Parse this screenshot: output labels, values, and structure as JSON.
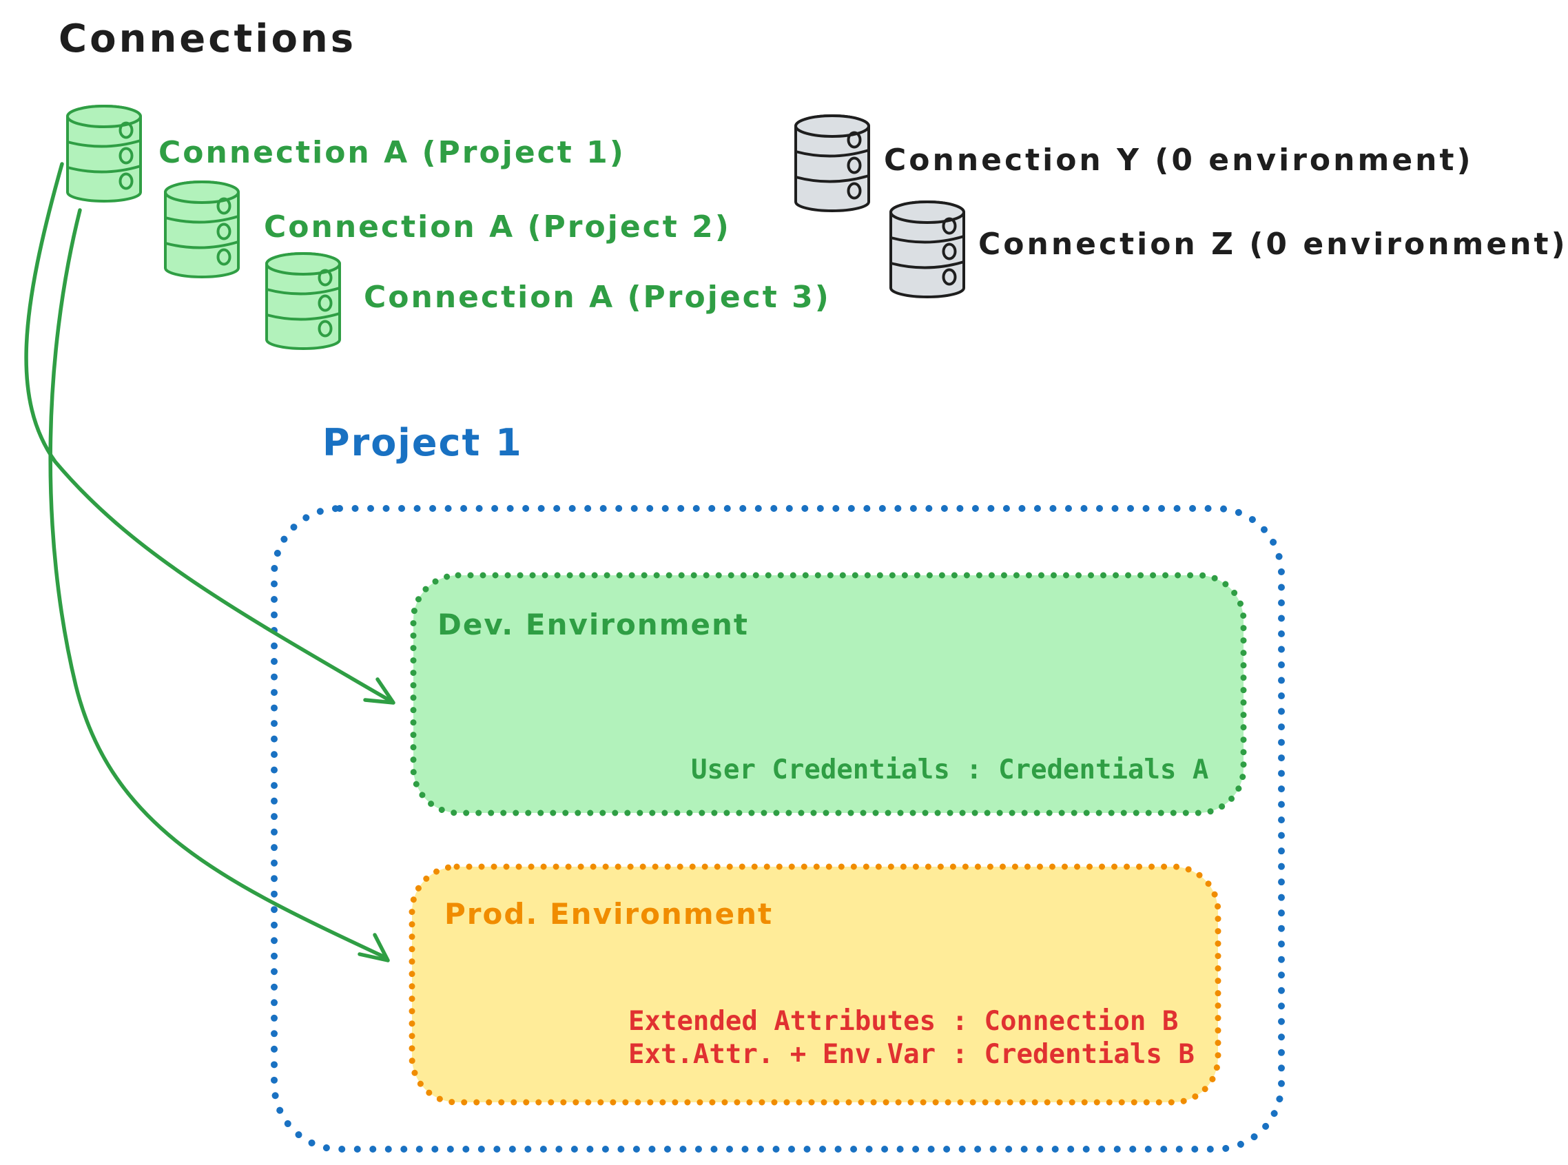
{
  "title": "Connections",
  "connections_a": [
    {
      "label": "Connection A (Project 1)"
    },
    {
      "label": "Connection A (Project 2)"
    },
    {
      "label": "Connection A (Project 3)"
    }
  ],
  "other_connections": [
    {
      "label": "Connection Y (0 environment)"
    },
    {
      "label": "Connection Z (0 environment)"
    }
  ],
  "project": {
    "title": "Project 1",
    "dev_environment": {
      "title": "Dev. Environment",
      "mapping": "User Credentials : Credentials A"
    },
    "prod_environment": {
      "title": "Prod. Environment",
      "mappings": [
        "Extended Attributes : Connection B",
        "Ext.Attr. + Env.Var : Credentials B"
      ]
    }
  },
  "colors": {
    "green_stroke": "#2f9e44",
    "green_fill": "#b2f2bb",
    "blue": "#1971c2",
    "orange": "#f08c00",
    "yellow_fill": "#ffec99",
    "red": "#e03131",
    "black": "#1e1e1e",
    "gray_fill": "#dbdfe3"
  }
}
